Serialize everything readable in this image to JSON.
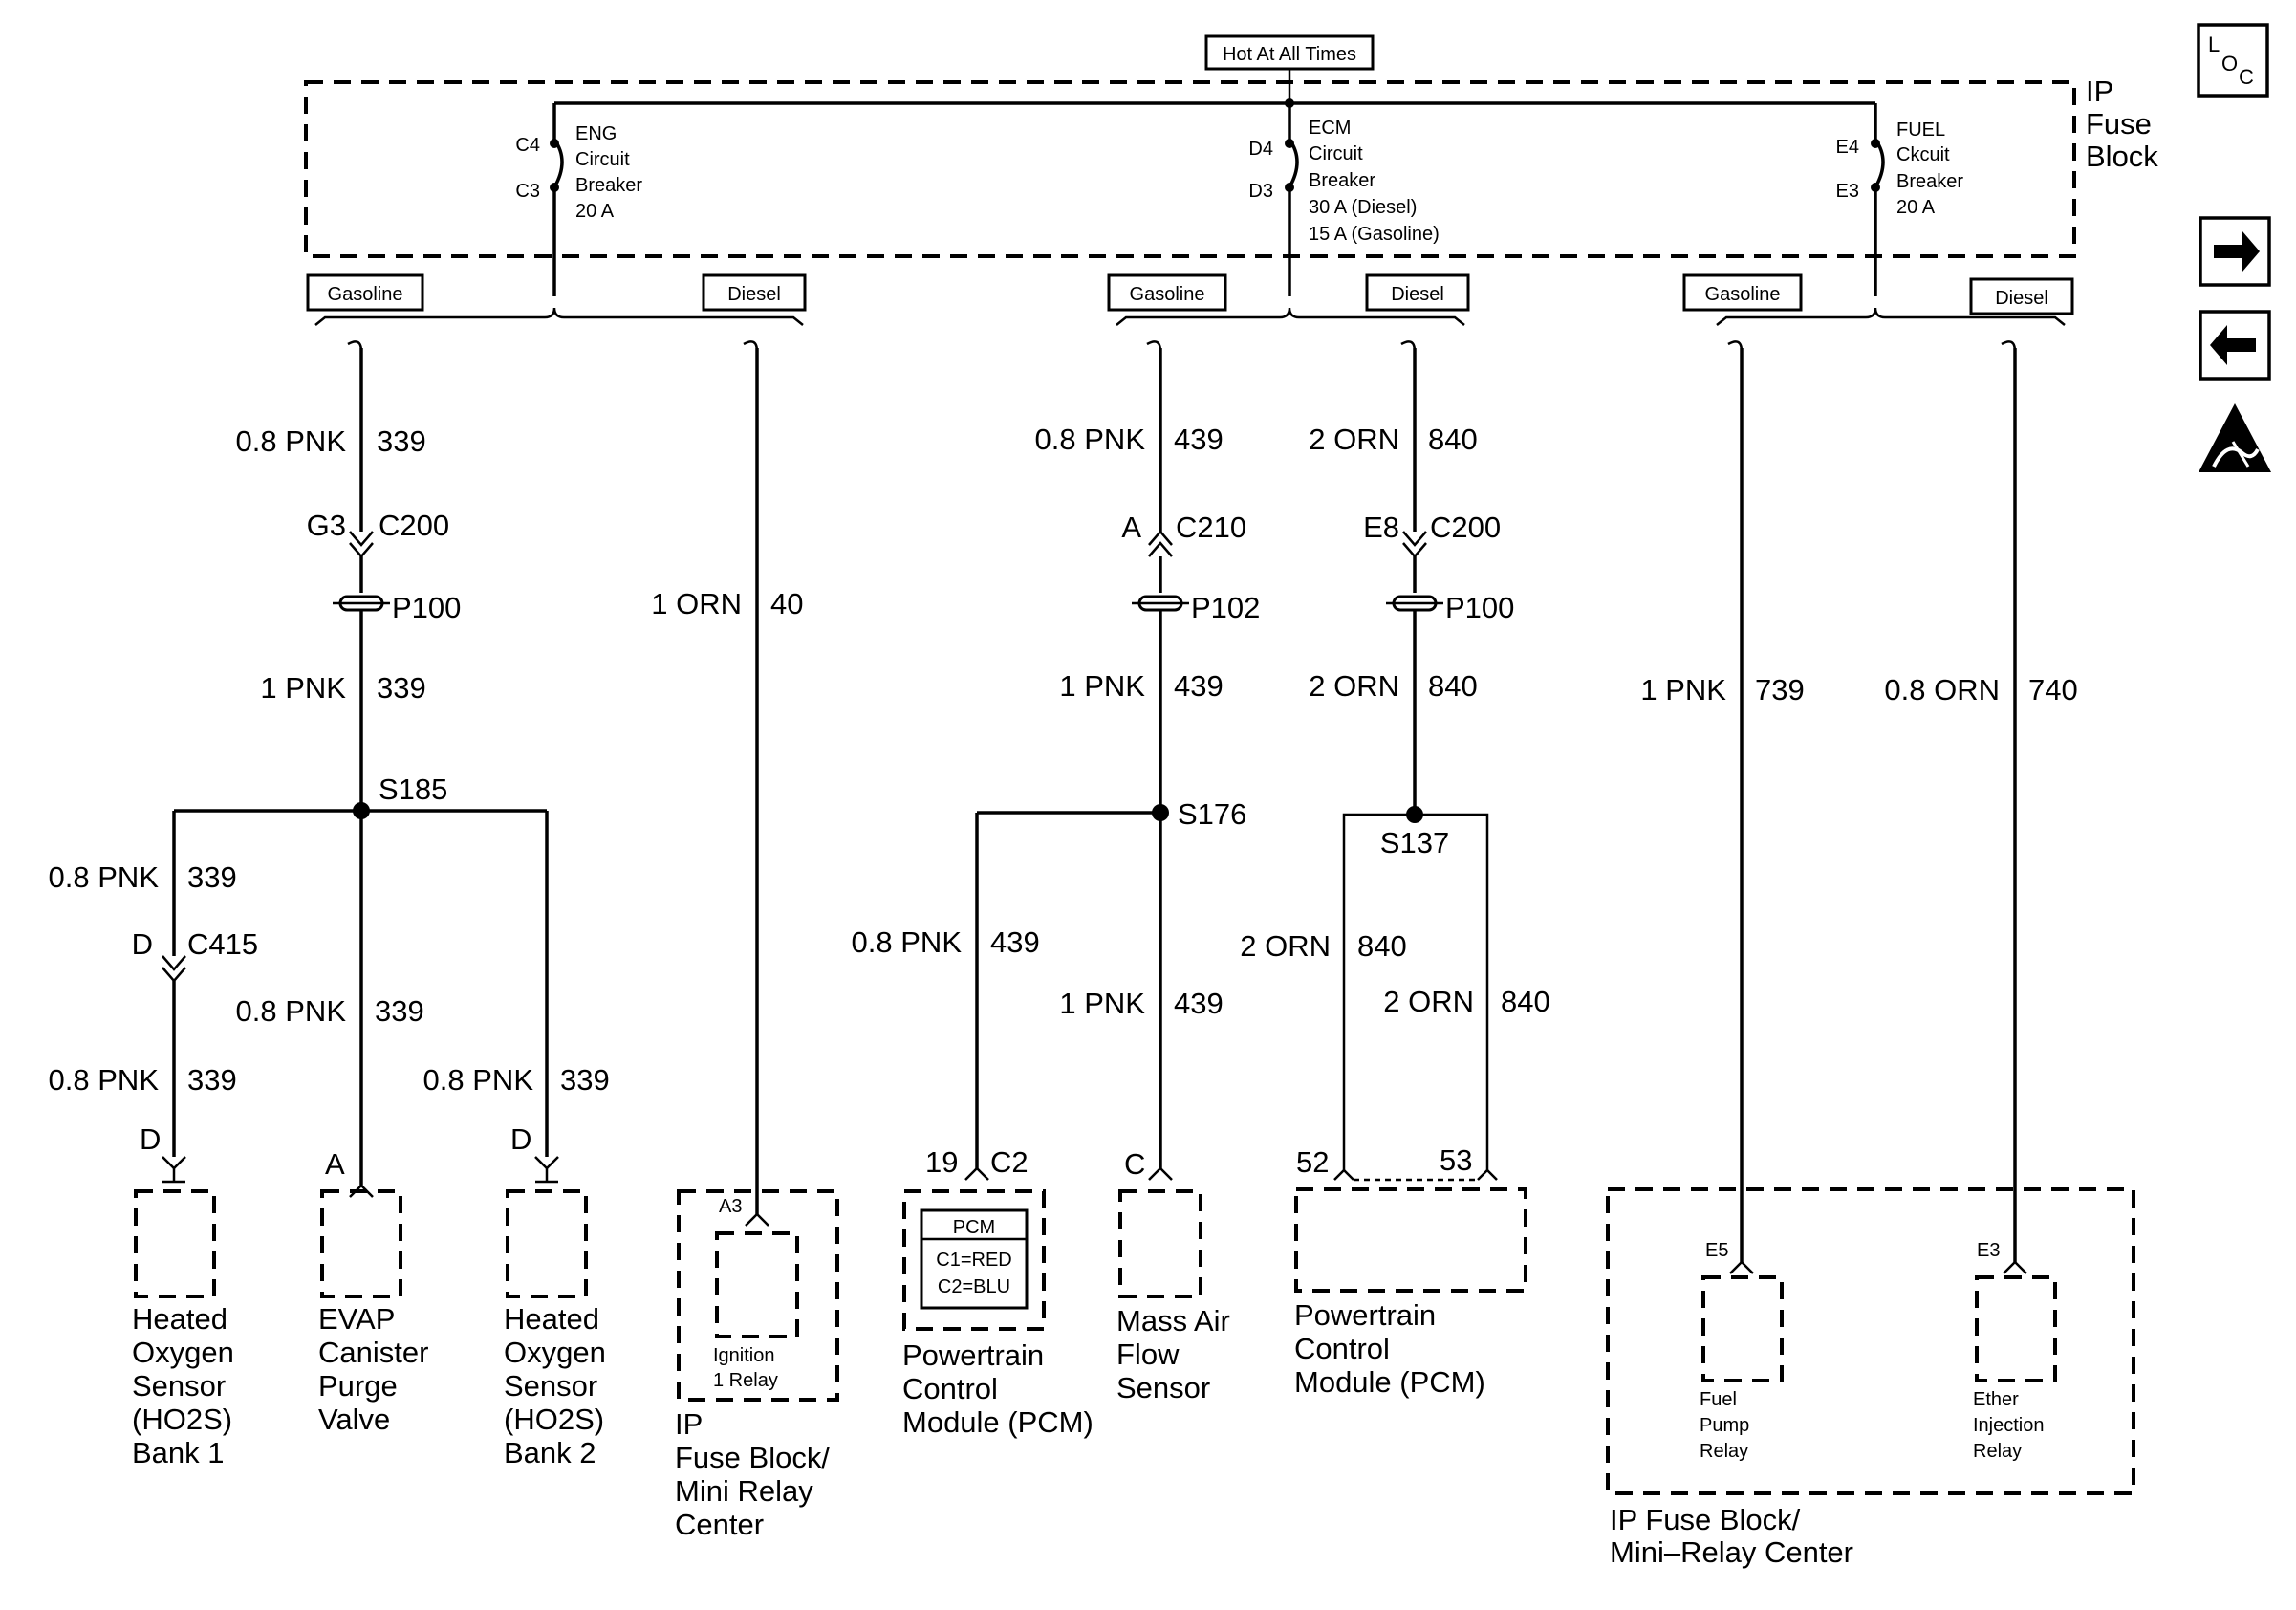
{
  "top": {
    "hot_label": "Hot At All Times",
    "ip_fuse_block": [
      "IP",
      "Fuse",
      "Block"
    ],
    "breakers": [
      {
        "top_pin": "C4",
        "bottom_pin": "C3",
        "lines": [
          "ENG",
          "Circuit",
          "Breaker",
          "20 A"
        ]
      },
      {
        "top_pin": "D4",
        "bottom_pin": "D3",
        "lines": [
          "ECM",
          "Circuit",
          "Breaker",
          "30 A (Diesel)",
          "15 A (Gasoline)"
        ]
      },
      {
        "top_pin": "E4",
        "bottom_pin": "E3",
        "lines": [
          "FUEL",
          "Ckcuit",
          "Breaker",
          "20 A"
        ]
      }
    ]
  },
  "option_boxes": {
    "gasoline": "Gasoline",
    "diesel": "Diesel"
  },
  "wire_labels": [
    {
      "id": "w1",
      "gauge": "0.8 PNK",
      "circuit": "339"
    },
    {
      "id": "w2",
      "gauge": "1 PNK",
      "circuit": "339"
    },
    {
      "id": "w3",
      "gauge": "0.8 PNK",
      "circuit": "339"
    },
    {
      "id": "w4",
      "gauge": "0.8 PNK",
      "circuit": "339"
    },
    {
      "id": "w5",
      "gauge": "0.8 PNK",
      "circuit": "339"
    },
    {
      "id": "w6",
      "gauge": "0.8 PNK",
      "circuit": "339"
    },
    {
      "id": "w7",
      "gauge": "1 ORN",
      "circuit": "40"
    },
    {
      "id": "w8",
      "gauge": "0.8 PNK",
      "circuit": "439"
    },
    {
      "id": "w9",
      "gauge": "1 PNK",
      "circuit": "439"
    },
    {
      "id": "w10",
      "gauge": "0.8 PNK",
      "circuit": "439"
    },
    {
      "id": "w11",
      "gauge": "1 PNK",
      "circuit": "439"
    },
    {
      "id": "w12",
      "gauge": "2 ORN",
      "circuit": "840"
    },
    {
      "id": "w13",
      "gauge": "2 ORN",
      "circuit": "840"
    },
    {
      "id": "w14",
      "gauge": "2 ORN",
      "circuit": "840"
    },
    {
      "id": "w15",
      "gauge": "2 ORN",
      "circuit": "840"
    },
    {
      "id": "w16",
      "gauge": "1 PNK",
      "circuit": "739"
    },
    {
      "id": "w17",
      "gauge": "0.8 ORN",
      "circuit": "740"
    }
  ],
  "connectors": {
    "g3": "G3",
    "c200a": "C200",
    "a": "A",
    "c210": "C210",
    "e8": "E8",
    "c200b": "C200",
    "d": "D",
    "c415": "C415",
    "p100a": "P100",
    "p102": "P102",
    "p100b": "P100"
  },
  "splices": {
    "s185": "S185",
    "s176": "S176",
    "s137": "S137"
  },
  "pins": {
    "d1": "D",
    "a1": "A",
    "d2": "D",
    "a3": "A3",
    "p19": "19",
    "c2": "C2",
    "c": "C",
    "p52": "52",
    "p53": "53",
    "e5": "E5",
    "e3": "E3"
  },
  "components": {
    "ho2s1": [
      "Heated",
      "Oxygen",
      "Sensor",
      "(HO2S)",
      "Bank 1"
    ],
    "evap": [
      "EVAP",
      "Canister",
      "Purge",
      "Valve"
    ],
    "ho2s2": [
      "Heated",
      "Oxygen",
      "Sensor",
      "(HO2S)",
      "Bank 2"
    ],
    "ign_relay": [
      "Ignition",
      "1 Relay"
    ],
    "ip_fuse_mini": [
      "IP",
      "Fuse Block/",
      "Mini Relay",
      "Center"
    ],
    "pcm_box": [
      "PCM",
      "C1=RED",
      "C2=BLU"
    ],
    "pcm1": [
      "Powertrain",
      "Control",
      "Module (PCM)"
    ],
    "maf": [
      "Mass Air",
      "Flow",
      "Sensor"
    ],
    "pcm2": [
      "Powertrain",
      "Control",
      "Module (PCM)"
    ],
    "fuel_pump_relay": [
      "Fuel",
      "Pump",
      "Relay"
    ],
    "ether_relay": [
      "Ether",
      "Injection",
      "Relay"
    ],
    "ip_fuse_mini2": [
      "IP Fuse Block/",
      "Mini–Relay Center"
    ]
  },
  "side_icons": {
    "loc": [
      "L",
      "O",
      "C"
    ],
    "next": "arrow-right-icon",
    "prev": "arrow-left-icon",
    "esd": "esd-warning-icon"
  }
}
